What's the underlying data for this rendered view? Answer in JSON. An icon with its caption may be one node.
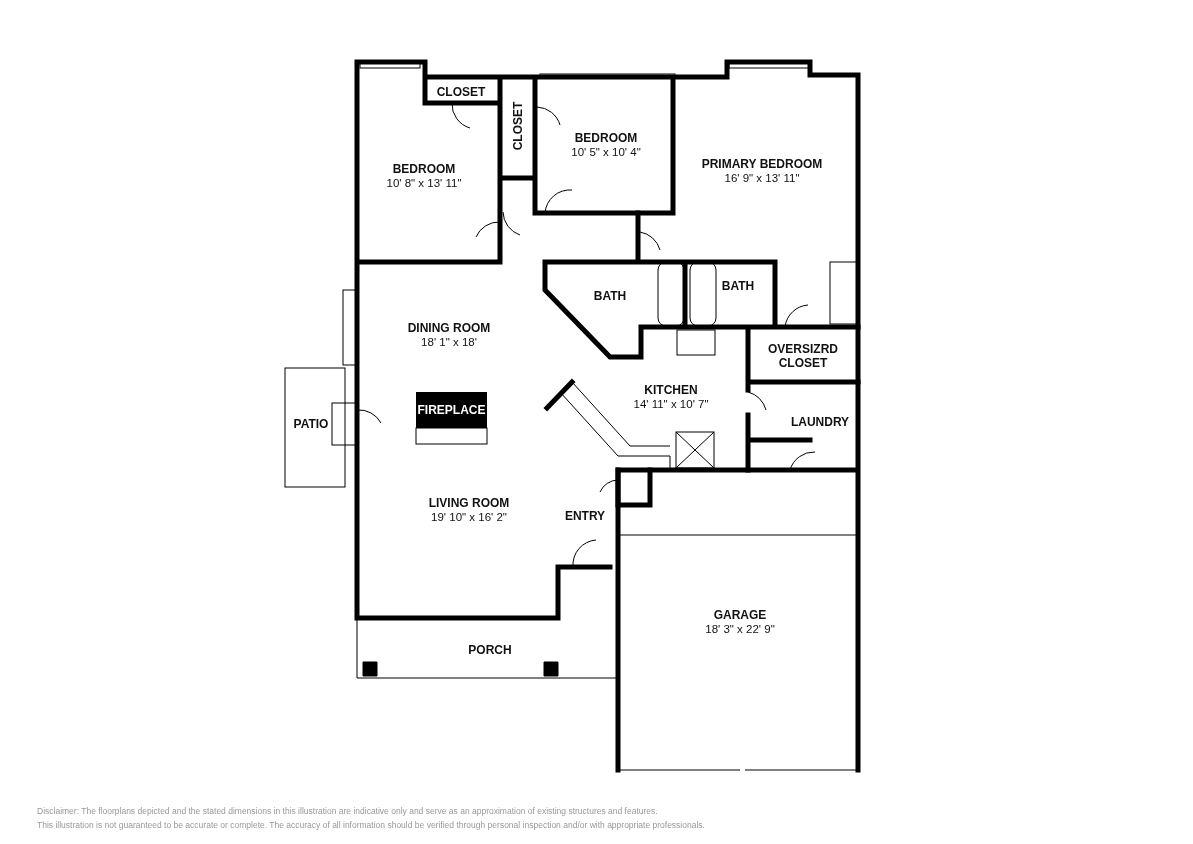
{
  "diagram": {
    "nodes": [
      {
        "text": [
          "CLOSET"
        ]
      },
      {
        "text": [
          "CLOSET"
        ]
      },
      {
        "text": [
          "BEDROOM",
          "10' 8\" x 13' 11\""
        ]
      },
      {
        "text": [
          "BEDROOM",
          "10' 5\" x 10' 4\""
        ]
      },
      {
        "text": [
          "PRIMARY BEDROOM",
          "16' 9\" x 13' 11\""
        ]
      },
      {
        "text": [
          "BATH"
        ]
      },
      {
        "text": [
          "BATH"
        ]
      },
      {
        "text": [
          "DINING ROOM",
          "18' 1\" x 18'"
        ]
      },
      {
        "text": [
          "OVERSIZRD CLOSET"
        ]
      },
      {
        "text": [
          "KITCHEN",
          "14' 11\" x 10' 7\""
        ]
      },
      {
        "text": [
          "FIREPLACE"
        ]
      },
      {
        "text": [
          "LAUNDRY"
        ]
      },
      {
        "text": [
          "PATIO"
        ]
      },
      {
        "text": [
          "LIVING ROOM",
          "19' 10\" x 16' 2\""
        ]
      },
      {
        "text": [
          "ENTRY"
        ]
      },
      {
        "text": [
          "GARAGE",
          "18' 3\" x 22' 9\""
        ]
      },
      {
        "text": [
          "PORCH"
        ]
      }
    ],
    "edges": [],
    "labels": [
      "Disclaimer: The floorplans depicted and the stated dimensions in this illustration are indicative only and serve as an approximation of existing structures and features.",
      "This illustration is not guaranteed to be accurate or complete. The accuracy of all information should be verified through personal inspection and/or with appropriate professionals."
    ]
  }
}
